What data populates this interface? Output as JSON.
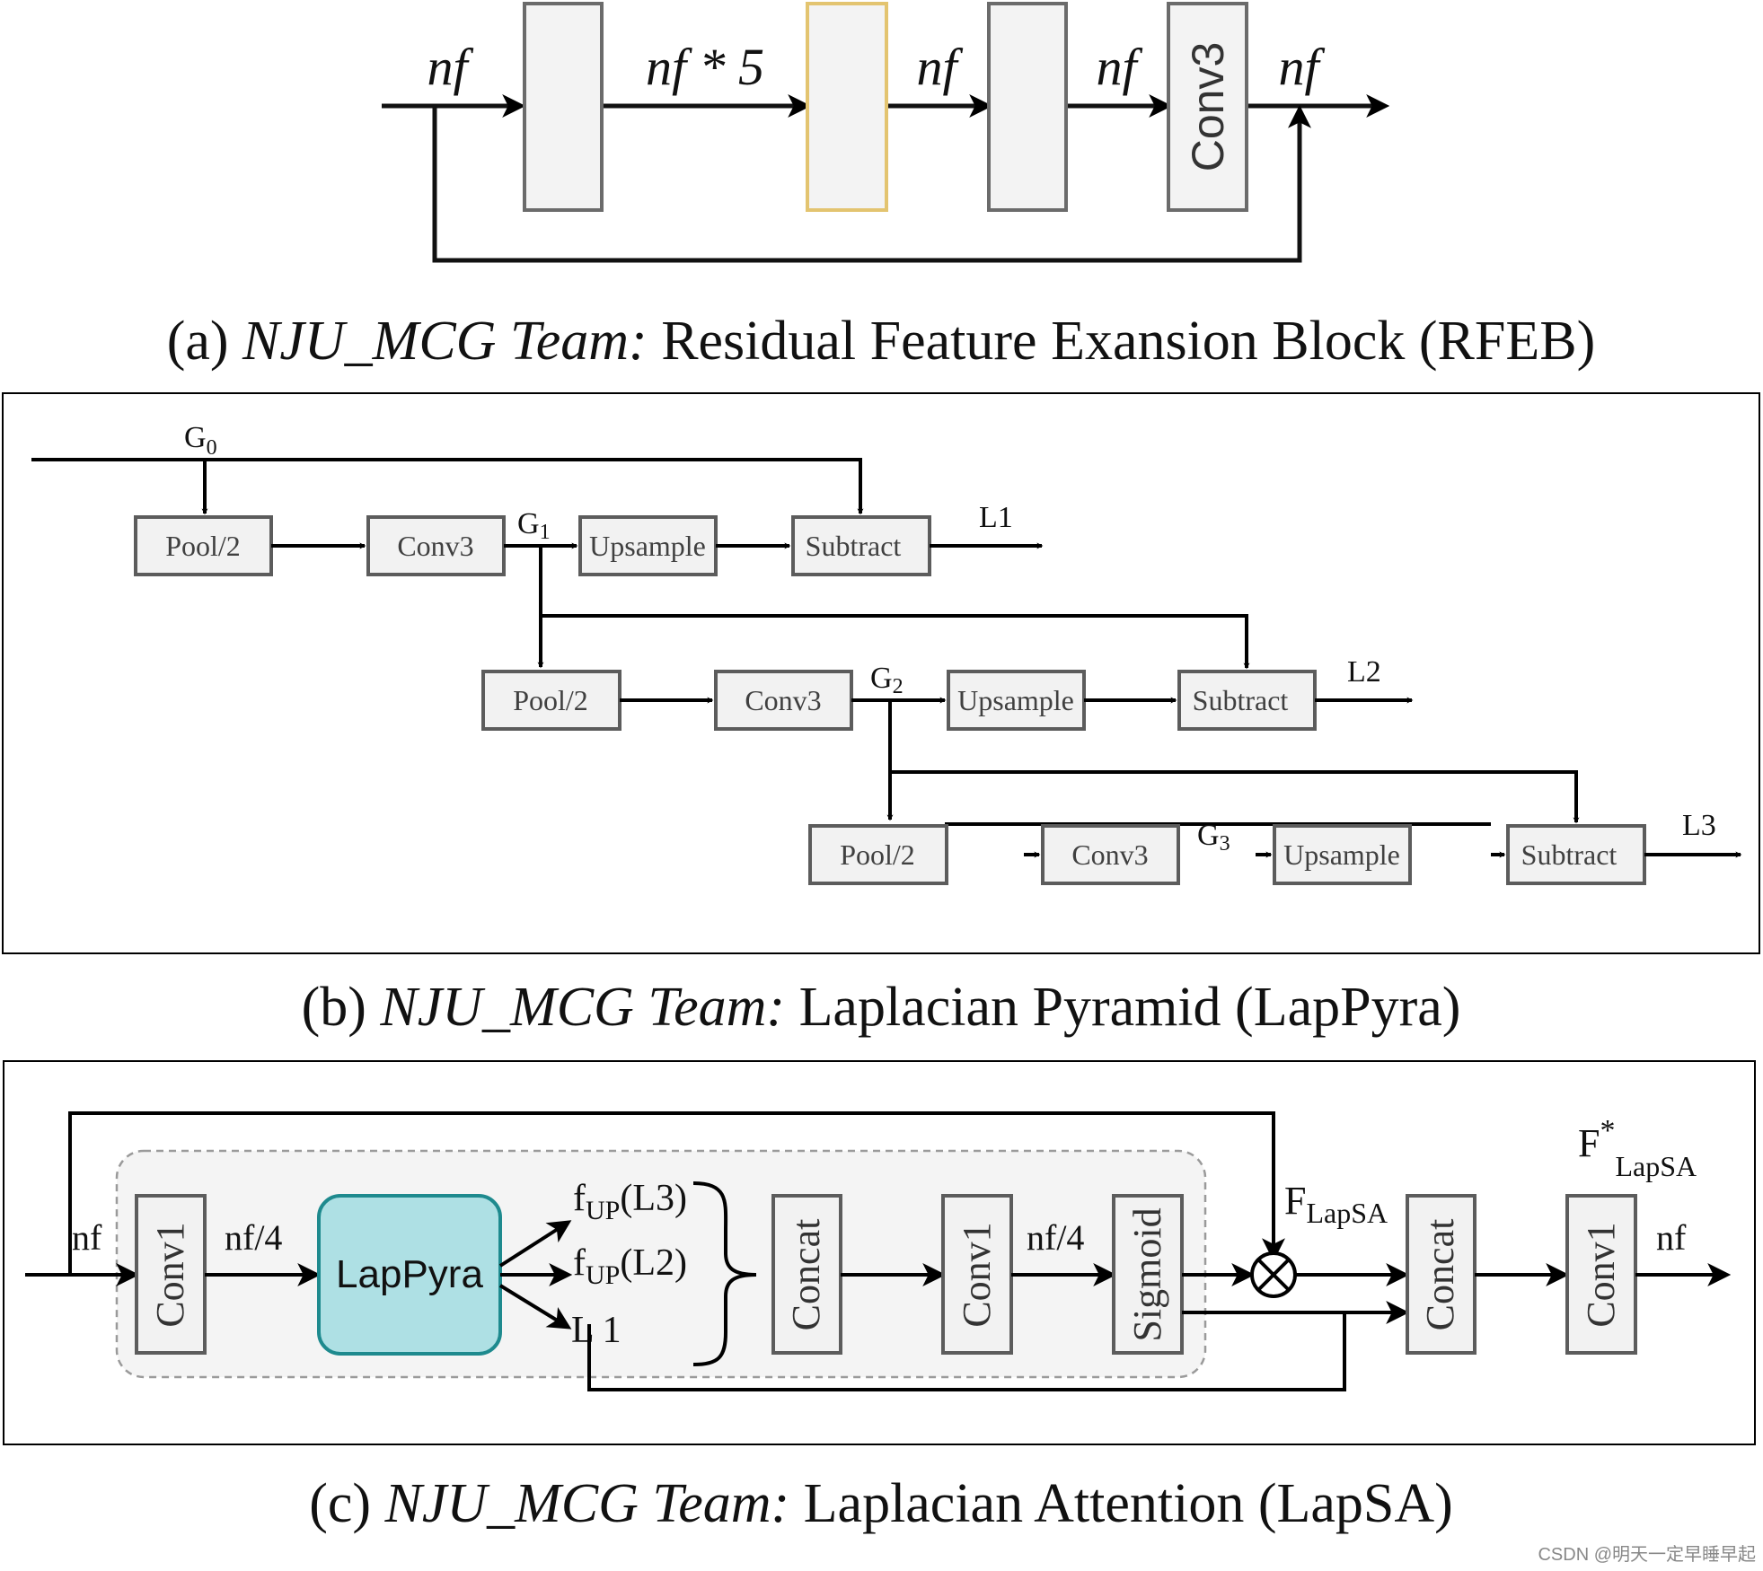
{
  "rfeb": {
    "labels": [
      "nf",
      "nf * 5",
      "nf",
      "nf",
      "nf"
    ],
    "conv_label": "Conv3",
    "highlight_color": "#fdf0c4",
    "caption_prefix": "(a)",
    "caption_team": "NJU_MCG Team:",
    "caption_title": "Residual Feature Exansion Block (RFEB)"
  },
  "lappyra": {
    "g0": "G",
    "g0_sub": "0",
    "g1": "G",
    "g1_sub": "1",
    "g2": "G",
    "g2_sub": "2",
    "g3": "G",
    "g3_sub": "3",
    "pool": "Pool/2",
    "conv": "Conv3",
    "upsample": "Upsample",
    "subtract": "Subtract",
    "outputs": [
      "L1",
      "L2",
      "L3"
    ],
    "caption_prefix": "(b)",
    "caption_team": "NJU_MCG Team:",
    "caption_title": "Laplacian Pyramid (LapPyra)"
  },
  "lapsa": {
    "nf_in": "nf",
    "conv1": "Conv1",
    "nf4_a": "nf/4",
    "lappyra": "LapPyra",
    "lappyra_color": "#aee0e4",
    "fup_l3_f": "f",
    "fup_l3_sub": "UP",
    "fup_l3_arg": "(L3)",
    "fup_l2_f": "f",
    "fup_l2_sub": "UP",
    "fup_l2_arg": "(L2)",
    "l1": "L 1",
    "concat": "Concat",
    "nf4_b": "nf/4",
    "sigmoid": "Sigmoid",
    "flapsa": "F",
    "flapsa_sub": "LapSA",
    "fstar": "F",
    "fstar_sup": "*",
    "fstar_sub": "LapSA",
    "nf_out": "nf",
    "caption_prefix": "(c)",
    "caption_team": "NJU_MCG Team:",
    "caption_title": "Laplacian Attention (LapSA)"
  },
  "watermark": "CSDN @明天一定早睡早起"
}
